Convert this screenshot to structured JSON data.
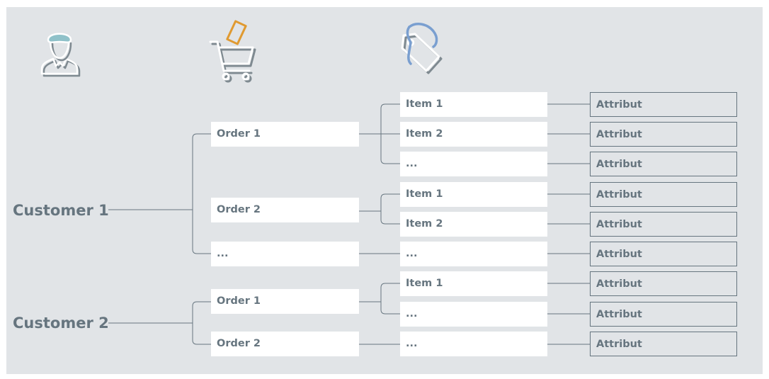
{
  "colors": {
    "background": "#e1e4e7",
    "text": "#66757f",
    "accent_teal": "#8fc1c9",
    "accent_orange": "#e09a31",
    "accent_blue": "#7a9fd0",
    "box_fill": "#ffffff"
  },
  "icons": [
    "customer-icon",
    "shopping-cart-icon",
    "price-tag-icon"
  ],
  "customers": [
    {
      "label": "Customer 1",
      "orders": [
        {
          "label": "Order 1",
          "items": [
            {
              "label": "Item 1",
              "attribute": "Attribut"
            },
            {
              "label": "Item 2",
              "attribute": "Attribut"
            },
            {
              "label": "...",
              "attribute": "Attribut"
            }
          ]
        },
        {
          "label": "Order 2",
          "items": [
            {
              "label": "Item 1",
              "attribute": "Attribut"
            },
            {
              "label": "Item 2",
              "attribute": "Attribut"
            }
          ]
        },
        {
          "label": "...",
          "items": [
            {
              "label": "...",
              "attribute": "Attribut"
            }
          ]
        }
      ]
    },
    {
      "label": "Customer 2",
      "orders": [
        {
          "label": "Order 1",
          "items": [
            {
              "label": "Item 1",
              "attribute": "Attribut"
            },
            {
              "label": "...",
              "attribute": "Attribut"
            }
          ]
        },
        {
          "label": "Order 2",
          "items": [
            {
              "label": "...",
              "attribute": "Attribut"
            }
          ]
        }
      ]
    }
  ]
}
